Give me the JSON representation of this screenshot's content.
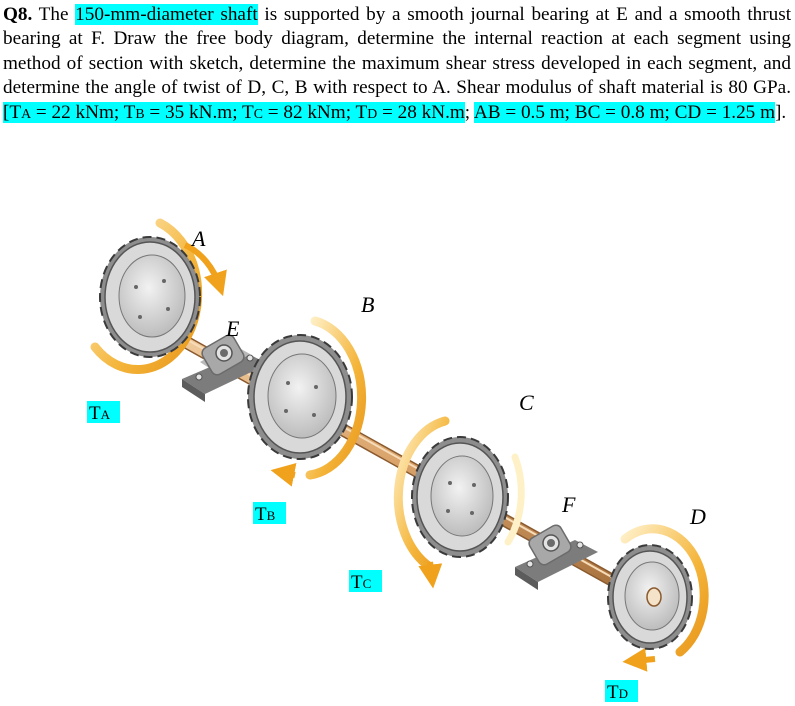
{
  "question": {
    "number": "Q8.",
    "t_the": " The ",
    "t_shaft_hl": "150-mm-diameter shaft",
    "t_body": " is supported by a smooth journal bearing at E and a smooth thrust bearing at F. Draw the free body diagram, determine the internal reaction at each segment using method of section with sketch, determine the maximum shear stress developed in each segment, and determine the angle of twist of D, C, B with respect to A.  Shear modulus of shaft material is 80 GPa.",
    "open_bracket": "[",
    "ta_main": "T",
    "ta_sub": "A",
    "ta_val": " = 22 kNm; ",
    "tb_main": "T",
    "tb_sub": "B",
    "tb_val": " = 35 kN.m; ",
    "tc_main": "T",
    "tc_sub": "C",
    "tc_val": " = 82 kNm; ",
    "td_main": "T",
    "td_sub": "D",
    "td_val": " = 28 kN.m",
    "sep": "; ",
    "lengths": "AB = 0.5 m; BC = 0.8 m; CD = 1.25 m",
    "close_bracket": "]."
  },
  "figure": {
    "labels": {
      "A": "A",
      "B": "B",
      "C": "C",
      "D": "D",
      "E": "E",
      "F": "F"
    },
    "torque_labels": {
      "ta": {
        "main": "T",
        "sub": "A"
      },
      "tb": {
        "main": "T",
        "sub": "B"
      },
      "tc": {
        "main": "T",
        "sub": "C"
      },
      "td": {
        "main": "T",
        "sub": "D"
      }
    },
    "highlight_color": "#00ffff",
    "shaft_color": "#d9a26a",
    "arrow_color": "#f0a81c",
    "gear_color": "#c9c9c9",
    "bearing_color": "#9a9a9a"
  }
}
